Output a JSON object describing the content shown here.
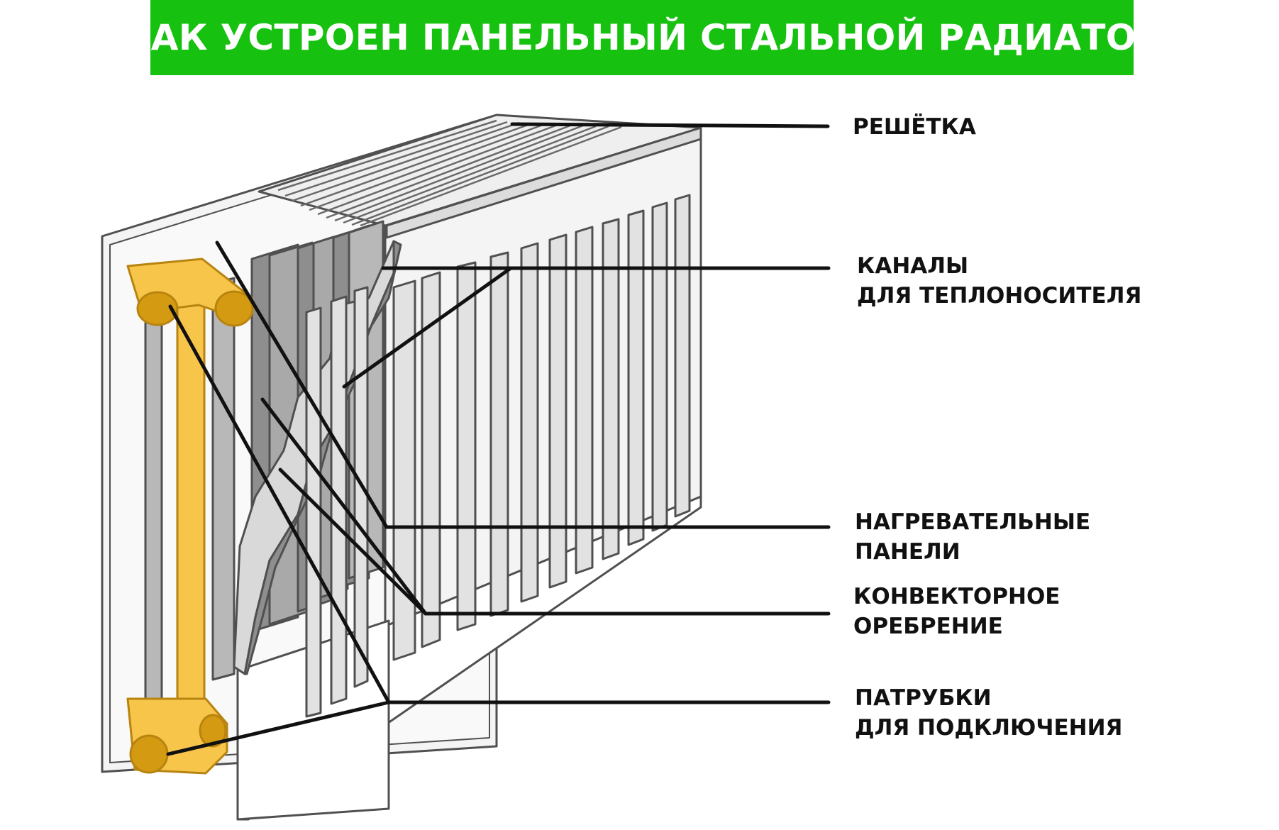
{
  "title": "КАК УСТРОЕН ПАНЕЛЬНЫЙ СТАЛЬНОЙ РАДИАТОР",
  "colors": {
    "banner": "#16c10f",
    "pipe_yellow": "#f8c54b",
    "pipe_dark": "#d39a12",
    "steel_light": "#e2e2e2",
    "steel_mid": "#b8b8b8",
    "steel_dark": "#8e8e8e",
    "outline": "#505050",
    "leader": "#111111"
  },
  "labels": {
    "grille": {
      "line1": "РЕШЁТКА"
    },
    "channels": {
      "line1": "КАНАЛЫ",
      "line2": "ДЛЯ ТЕПЛОНОСИТЕЛЯ"
    },
    "heating_panels": {
      "line1": "НАГРЕВАТЕЛЬНЫЕ",
      "line2": "ПАНЕЛИ"
    },
    "convector_fins": {
      "line1": "КОНВЕКТОРНОЕ",
      "line2": "ОРЕБРЕНИЕ"
    },
    "connection_pipes": {
      "line1": "ПАТРУБКИ",
      "line2": "ДЛЯ ПОДКЛЮЧЕНИЯ"
    }
  },
  "icons": {
    "radiator": "radiator-cutaway-illustration"
  }
}
